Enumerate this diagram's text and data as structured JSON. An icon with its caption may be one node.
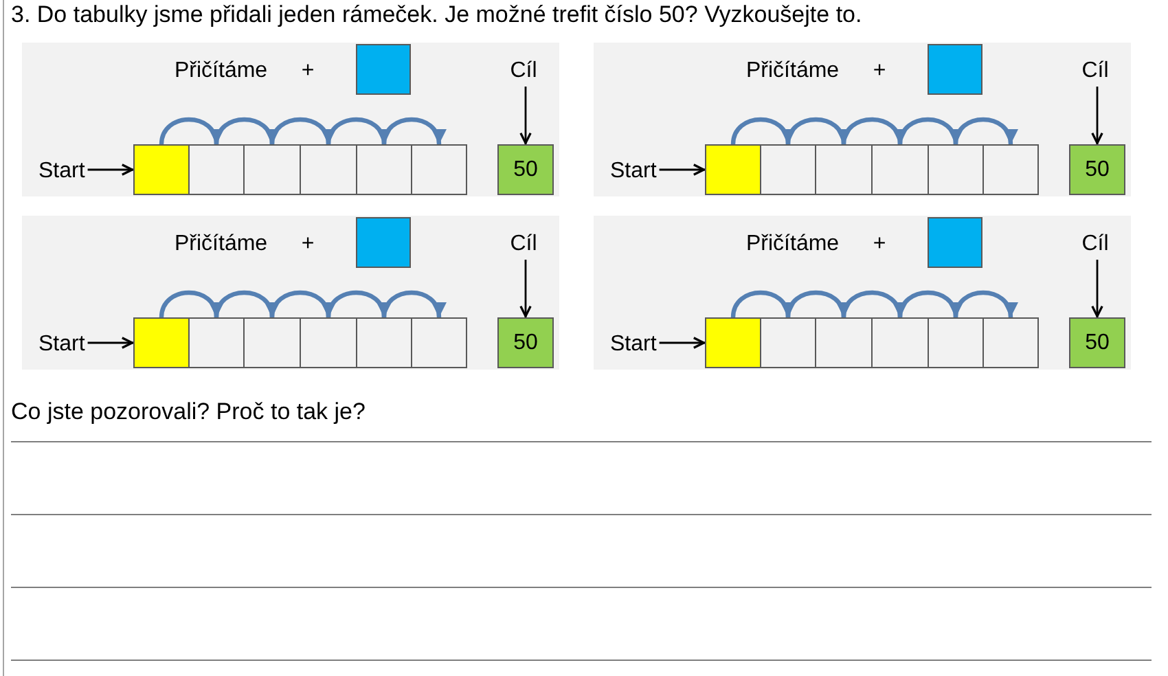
{
  "diagram": {
    "title": "3. Do tabulky jsme přidali jeden rámeček. Je možné trefit číslo 50? Vyzkoušejte to.",
    "nodes": [
      {
        "text": [
          "Přičítáme",
          "+"
        ]
      },
      {
        "text": [],
        "shape": "box",
        "in": 0
      },
      {
        "text": [
          "Cíl"
        ],
        "in": 0
      },
      {
        "text": [
          "Start"
        ],
        "in": 0
      },
      {
        "text": [],
        "shape": "box",
        "in": 0
      },
      {
        "text": [],
        "shape": "box",
        "in": 0
      },
      {
        "text": [],
        "shape": "box",
        "in": 0
      },
      {
        "text": [],
        "shape": "box",
        "in": 0
      },
      {
        "text": [],
        "shape": "box",
        "in": 0
      },
      {
        "text": [],
        "shape": "box",
        "in": 0
      },
      {
        "text": [
          "50"
        ],
        "in": 0
      },
      {
        "text": [
          "Přičítáme",
          "+"
        ]
      },
      {
        "text": [],
        "shape": "box",
        "in": 11
      },
      {
        "text": [
          "Cíl"
        ],
        "in": 11
      },
      {
        "text": [
          "Start"
        ],
        "in": 11
      },
      {
        "text": [],
        "shape": "box",
        "in": 11
      },
      {
        "text": [],
        "shape": "box",
        "in": 11
      },
      {
        "text": [],
        "shape": "box",
        "in": 11
      },
      {
        "text": [],
        "shape": "box",
        "in": 11
      },
      {
        "text": [],
        "shape": "box",
        "in": 11
      },
      {
        "text": [],
        "shape": "box",
        "in": 11
      },
      {
        "text": [
          "50"
        ],
        "in": 11
      },
      {
        "text": [
          "Přičítáme",
          "+"
        ]
      },
      {
        "text": [],
        "shape": "box",
        "in": 22
      },
      {
        "text": [
          "Cíl"
        ],
        "in": 22
      },
      {
        "text": [
          "Start"
        ],
        "in": 22
      },
      {
        "text": [],
        "shape": "box",
        "in": 22
      },
      {
        "text": [],
        "shape": "box",
        "in": 22
      },
      {
        "text": [],
        "shape": "box",
        "in": 22
      },
      {
        "text": [],
        "shape": "box",
        "in": 22
      },
      {
        "text": [],
        "shape": "box",
        "in": 22
      },
      {
        "text": [],
        "shape": "box",
        "in": 22
      },
      {
        "text": [
          "50"
        ],
        "in": 22
      },
      {
        "text": [
          "Přičítáme",
          "+"
        ]
      },
      {
        "text": [],
        "shape": "box",
        "in": 33
      },
      {
        "text": [
          "Cíl"
        ],
        "in": 33
      },
      {
        "text": [
          "Start"
        ],
        "in": 33
      },
      {
        "text": [],
        "shape": "box",
        "in": 33
      },
      {
        "text": [],
        "shape": "box",
        "in": 33
      },
      {
        "text": [],
        "shape": "box",
        "in": 33
      },
      {
        "text": [],
        "shape": "box",
        "in": 33
      },
      {
        "text": [],
        "shape": "box",
        "in": 33
      },
      {
        "text": [],
        "shape": "box",
        "in": 33
      },
      {
        "text": [
          "50"
        ],
        "in": 33
      }
    ],
    "edges": [
      {
        "from": 2,
        "to": 10,
        "arrow": "to",
        "color": "#000000"
      },
      {
        "from": 3,
        "to": 4,
        "arrow": "to",
        "color": "#000000"
      },
      {
        "from": 4,
        "to": 5,
        "arrow": "to"
      },
      {
        "from": 5,
        "to": 6,
        "arrow": "to"
      },
      {
        "from": 6,
        "to": 7,
        "arrow": "to"
      },
      {
        "from": 7,
        "to": 8,
        "arrow": "to"
      },
      {
        "from": 8,
        "to": 9,
        "arrow": "to"
      },
      {
        "from": 13,
        "to": 21,
        "arrow": "to",
        "color": "#000000"
      },
      {
        "from": 14,
        "to": 15,
        "arrow": "to",
        "color": "#000000"
      },
      {
        "from": 15,
        "to": 16,
        "arrow": "to"
      },
      {
        "from": 16,
        "to": 17,
        "arrow": "to"
      },
      {
        "from": 17,
        "to": 18,
        "arrow": "to"
      },
      {
        "from": 18,
        "to": 19,
        "arrow": "to"
      },
      {
        "from": 19,
        "to": 20,
        "arrow": "to"
      },
      {
        "from": 24,
        "to": 32,
        "arrow": "to",
        "color": "#000000"
      },
      {
        "from": 25,
        "to": 26,
        "arrow": "to",
        "color": "#000000"
      },
      {
        "from": 26,
        "to": 27,
        "arrow": "to"
      },
      {
        "from": 27,
        "to": 28,
        "arrow": "to"
      },
      {
        "from": 28,
        "to": 29,
        "arrow": "to"
      },
      {
        "from": 29,
        "to": 30,
        "arrow": "to"
      },
      {
        "from": 30,
        "to": 31,
        "arrow": "to"
      },
      {
        "from": 35,
        "to": 43,
        "arrow": "to",
        "color": "#000000"
      },
      {
        "from": 36,
        "to": 37,
        "arrow": "to",
        "color": "#000000"
      },
      {
        "from": 37,
        "to": 38,
        "arrow": "to"
      },
      {
        "from": 38,
        "to": 39,
        "arrow": "to"
      },
      {
        "from": 39,
        "to": 40,
        "arrow": "to"
      },
      {
        "from": 40,
        "to": 41,
        "arrow": "to"
      },
      {
        "from": 41,
        "to": 42,
        "arrow": "to"
      }
    ],
    "labels": [
      "Co jste pozorovali? Proč to tak je?"
    ]
  }
}
